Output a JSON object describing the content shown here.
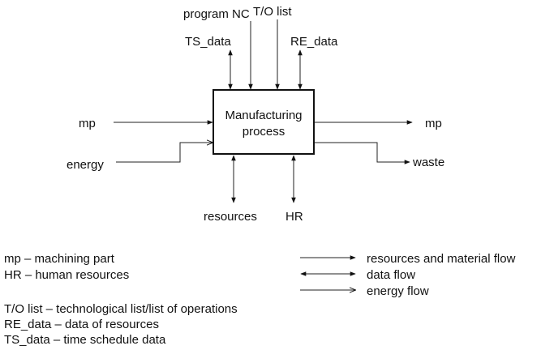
{
  "diagram": {
    "inputs_top": {
      "program_nc": "program NC",
      "to_list": "T/O list",
      "ts_data": "TS_data",
      "re_data": "RE_data"
    },
    "box": {
      "line1": "Manufacturing",
      "line2": "process"
    },
    "left": {
      "mp": "mp",
      "energy": "energy"
    },
    "right": {
      "mp": "mp",
      "waste": "waste"
    },
    "bottom": {
      "resources": "resources",
      "hr": "HR"
    }
  },
  "legend": {
    "abbreviations": [
      "mp – machining part",
      "HR – human resources"
    ],
    "flows": [
      "resources and material flow",
      "data flow",
      "energy flow"
    ],
    "definitions": [
      "T/O list – technological list/list of operations",
      "RE_data – data of resources",
      "TS_data – time schedule data"
    ]
  }
}
